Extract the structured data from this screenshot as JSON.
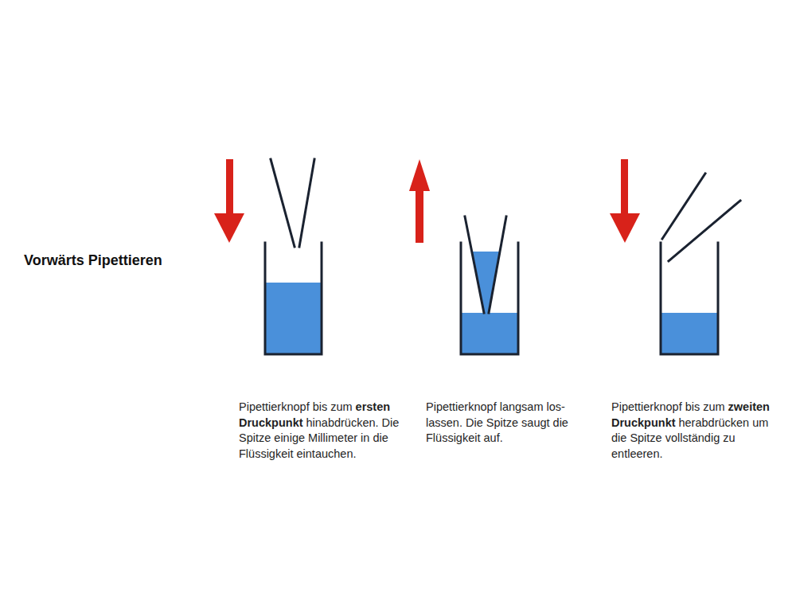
{
  "diagram": {
    "title": "Vorwärts Pipettieren",
    "labels": [
      "Pipettierknopf bis zum",
      "ersten Druckpunkt",
      "hinab­drücken. Die Spitze einige Millimeter in die Flüssigkeit eintauchen.",
      "Pipettierknopf langsam los­lassen. Die Spitze saugt die Flüssigkeit auf.",
      "Pipettierknopf bis zum",
      "zweiten Druckpunkt",
      "he­rabdrücken um die Spitze vollständig zu entleeren."
    ]
  }
}
